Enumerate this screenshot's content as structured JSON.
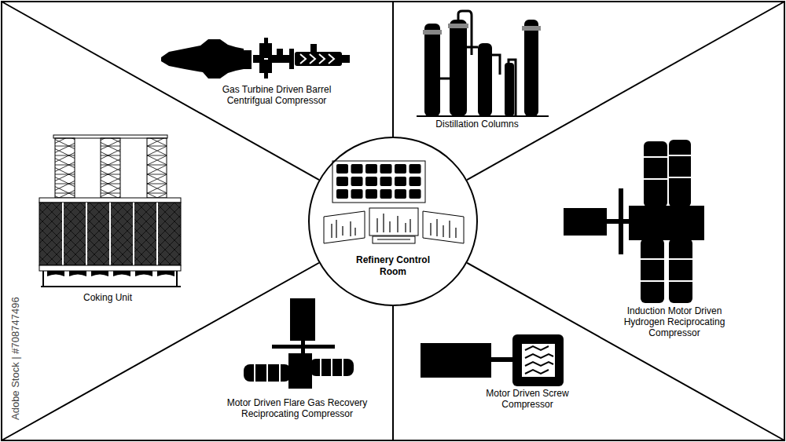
{
  "diagram": {
    "nodes": [
      {
        "text": [
          "Refinery Control Room"
        ]
      }
    ],
    "labels": [
      "Gas Turbine Driven Barrel Centrifgual Compressor",
      "Distillation Columns",
      "Coking Unit",
      "Induction Motor Driven Hydrogen Reciprocating Compressor",
      "Motor Driven Screw Compressor",
      "Motor Driven Flare Gas Recovery Reciprocating Compressor",
      "Adobe Stock | #708747496"
    ]
  }
}
